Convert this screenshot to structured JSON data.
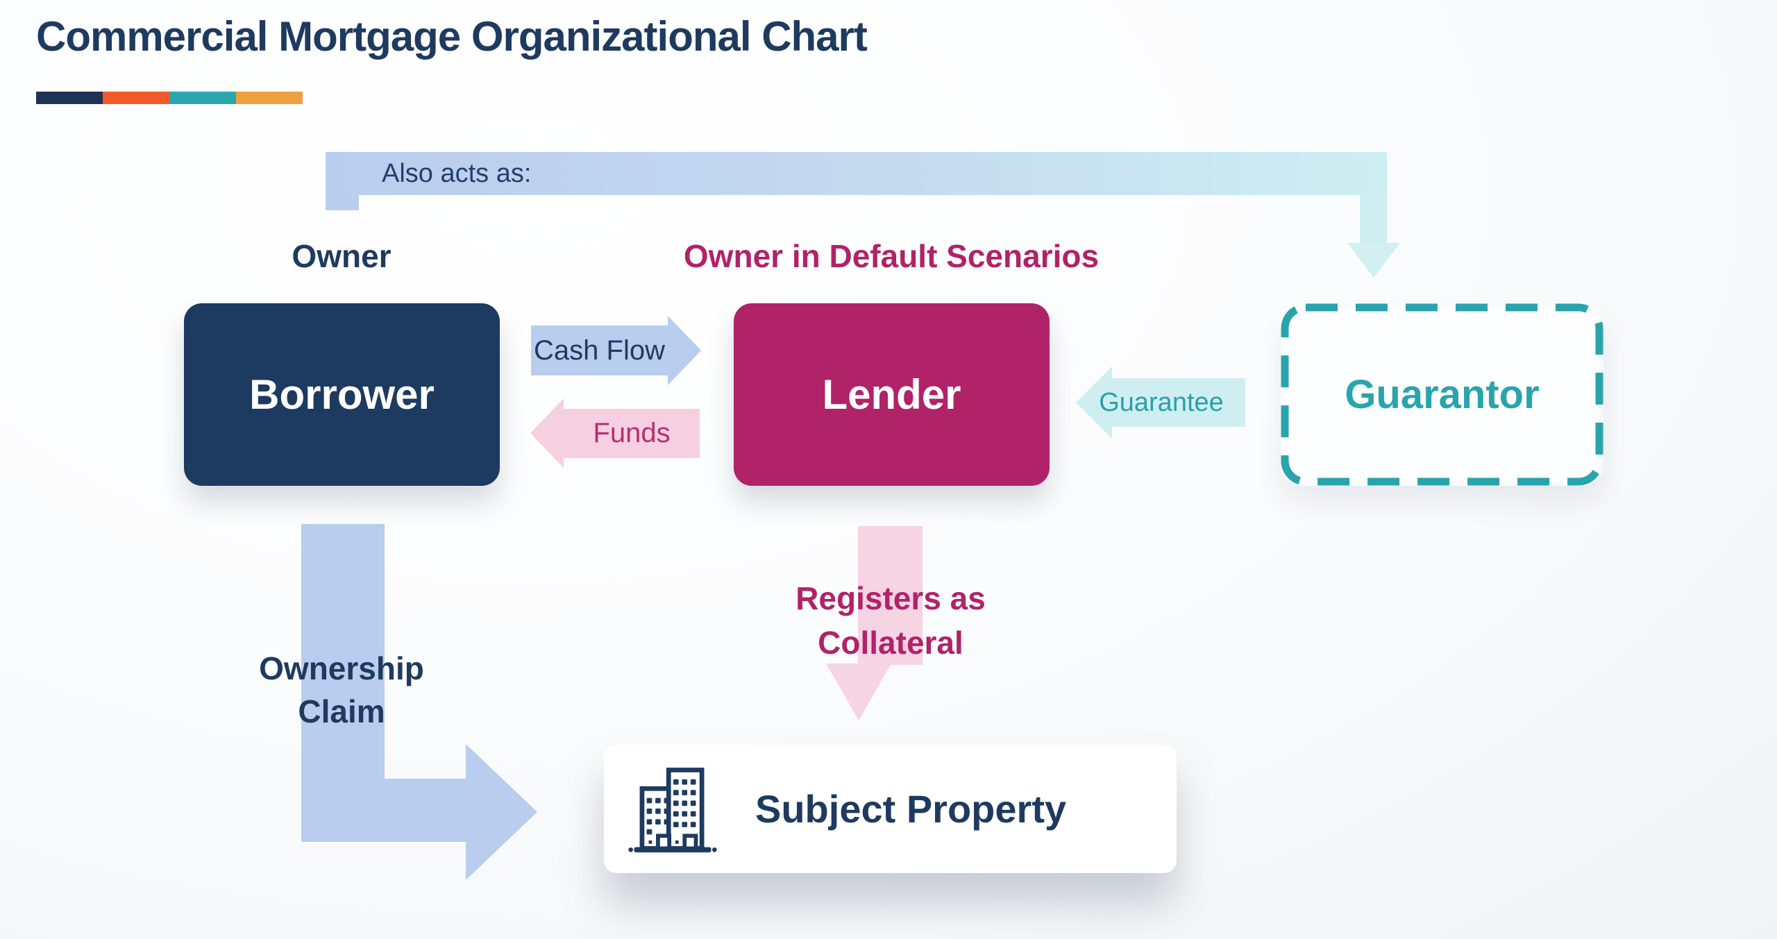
{
  "header": {
    "title": "Commercial Mortgage Organizational Chart",
    "underline_colors": [
      "#1e3355",
      "#f15b2a",
      "#2aa7ae",
      "#efa13e"
    ]
  },
  "banner": {
    "label": "Also acts as:"
  },
  "role_labels": {
    "borrower": "Owner",
    "lender": "Owner in Default Scenarios"
  },
  "nodes": {
    "borrower": "Borrower",
    "lender": "Lender",
    "guarantor": "Guarantor",
    "subject_property": "Subject Property"
  },
  "flows": {
    "cash_flow": "Cash Flow",
    "funds": "Funds",
    "guarantee": "Guarantee",
    "registers": {
      "line1": "Registers as",
      "line2": "Collateral"
    },
    "ownership": {
      "line1": "Ownership",
      "line2": "Claim"
    }
  },
  "colors": {
    "navy": "#1d3a60",
    "magenta": "#b02368",
    "teal": "#2aa4ac",
    "light_blue_arrow": "#b9cdee",
    "light_pink_arrow": "#f6d0e1",
    "light_cyan_arrow": "#cfeef2",
    "title_text": "#1e3a5f",
    "card_background": "#ffffff"
  }
}
